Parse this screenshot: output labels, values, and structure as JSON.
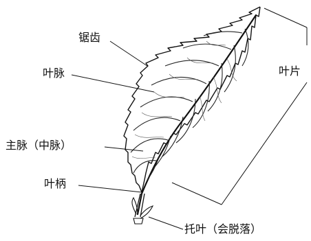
{
  "labels": {
    "serration": "锯齿",
    "vein": "叶脉",
    "main_vein": "主脉（中脉）",
    "petiole": "叶柄",
    "blade": "叶片",
    "stipule": "托叶（会脱落）"
  },
  "colors": {
    "ink": "#111111",
    "background": "#ffffff"
  }
}
